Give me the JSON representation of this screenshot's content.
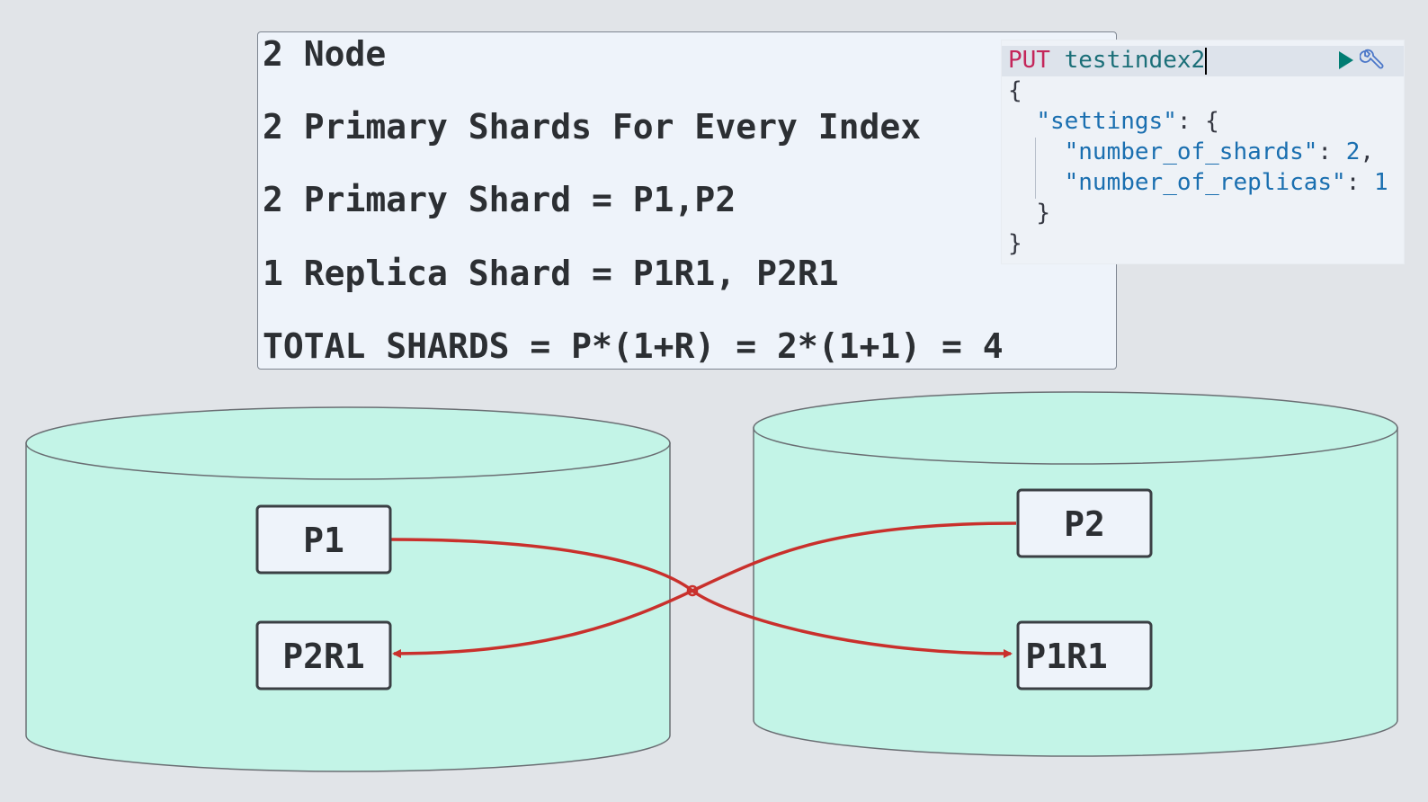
{
  "info": {
    "line1": "2 Node",
    "line2": "2 Primary Shards For Every Index",
    "line3": "2 Primary Shard = P1,P2",
    "line4": "1 Replica Shard = P1R1, P2R1",
    "line5": "TOTAL SHARDS = P*(1+R) = 2*(1+1) = 4"
  },
  "console": {
    "method": "PUT",
    "index": "testindex2",
    "open_brace": "{",
    "settings_key": "\"settings\"",
    "settings_sep": ": {",
    "shards_key": "\"number_of_shards\"",
    "shards_value": "2",
    "replicas_key": "\"number_of_replicas\"",
    "replicas_value": "1",
    "inner_close": "}",
    "outer_close": "}"
  },
  "nodes": {
    "left": {
      "top_shard": "P1",
      "bottom_shard": "P2R1"
    },
    "right": {
      "top_shard": "P2",
      "bottom_shard": "P1R1"
    }
  },
  "colors": {
    "cylinder_fill": "#c3f4e7",
    "arrow": "#c9302c",
    "shard_box_fill": "#eef3fa",
    "play": "#017d73",
    "method": "#c4265a"
  }
}
